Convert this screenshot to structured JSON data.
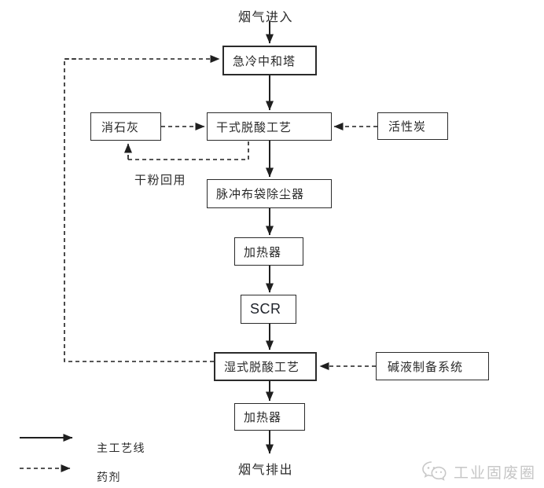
{
  "page": {
    "background": "#ffffff",
    "line_color": "#1f1f1f"
  },
  "flow": {
    "inlet_label": "烟气进入",
    "outlet_label": "烟气排出",
    "dry_powder_reuse_label": "干粉回用",
    "boxes": {
      "quench_tower": "急冷中和塔",
      "slaked_lime": "消石灰",
      "dry_deacid": "干式脱酸工艺",
      "activated_carbon": "活性炭",
      "bag_filter": "脉冲布袋除尘器",
      "heater1": "加热器",
      "scr": "SCR",
      "wet_deacid": "湿式脱酸工艺",
      "alkali_system": "碱液制备系统",
      "heater2": "加热器"
    }
  },
  "legend": {
    "main_line_label": "主工艺线",
    "reagent_label": "药剂"
  },
  "watermark": {
    "text": "工业固废圈",
    "logo": "wechat-icon",
    "color": "#c6c6c6"
  }
}
